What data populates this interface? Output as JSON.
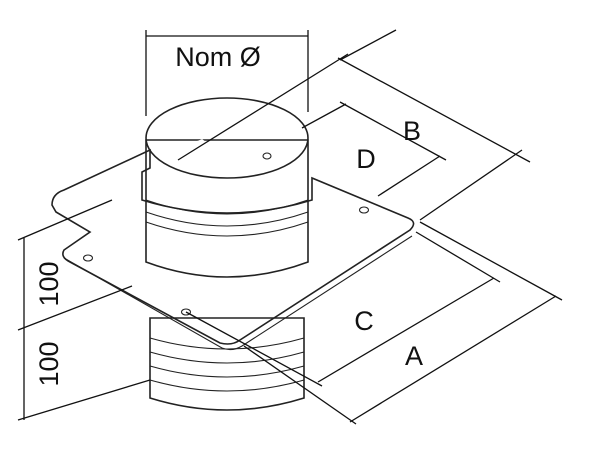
{
  "labels": {
    "nom_diameter": "Nom Ø",
    "b": "B",
    "d": "D",
    "c": "C",
    "a": "A",
    "height_upper": "100",
    "height_lower": "100"
  }
}
